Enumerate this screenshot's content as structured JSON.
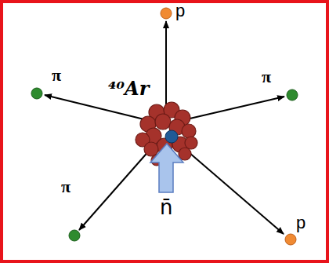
{
  "diagram": {
    "labels": [
      "p",
      "π",
      "π",
      "⁴⁰Ar",
      "π",
      "p",
      "n̄"
    ]
  }
}
